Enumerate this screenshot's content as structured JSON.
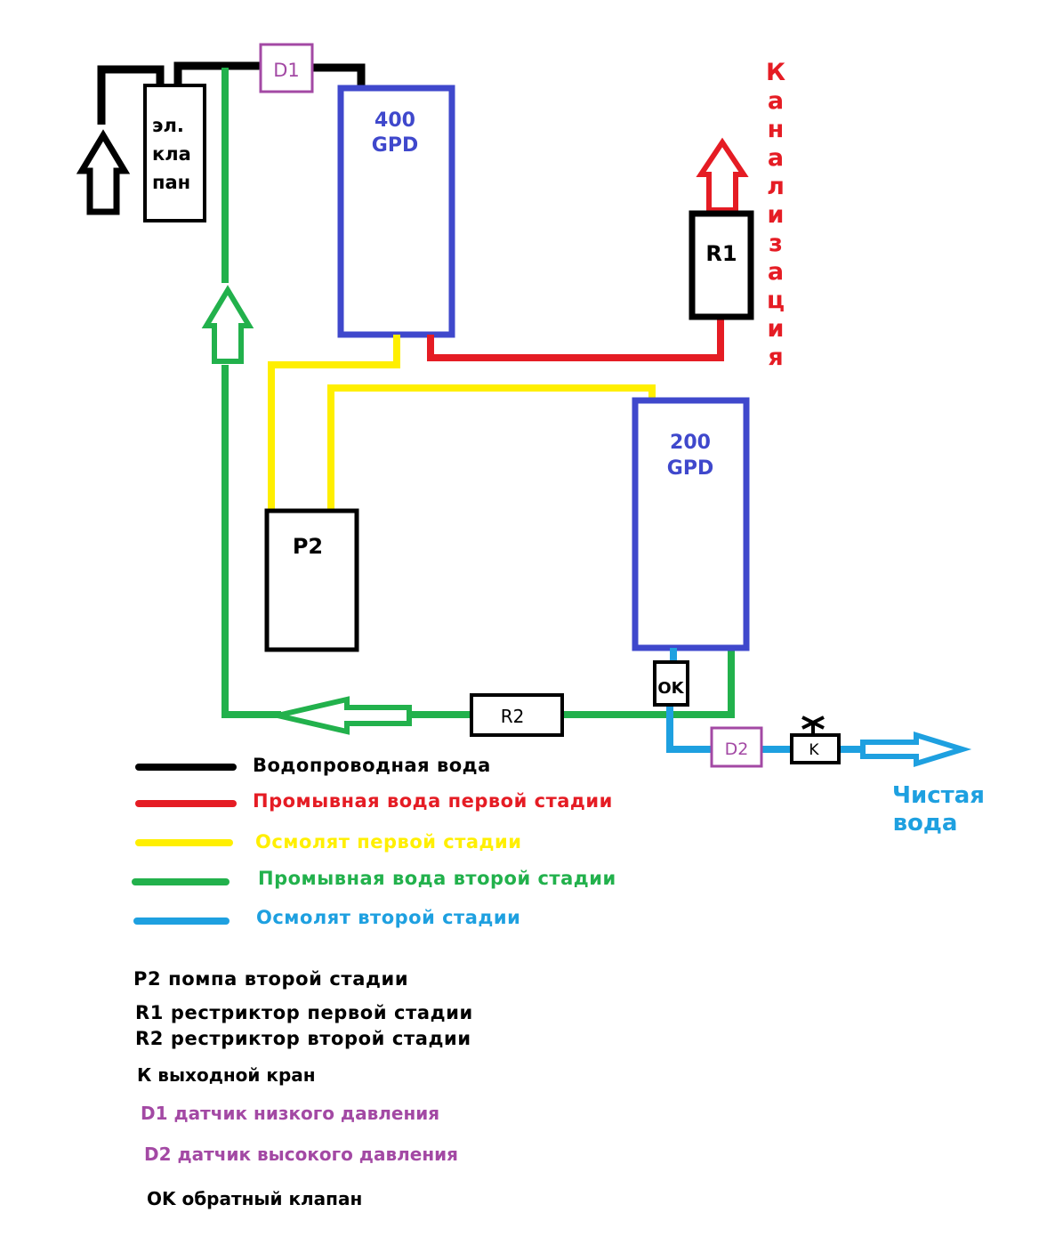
{
  "colors": {
    "tap": "#000000",
    "flush1": "#e51c24",
    "permeate1": "#ffef00",
    "flush2": "#22b14c",
    "permeate2": "#1ea0e0",
    "membrane": "#3f48cc",
    "sensor": "#a349a4"
  },
  "nodes": {
    "valve": [
      "эл.",
      "кла",
      "пан"
    ],
    "d1": "D1",
    "membrane1": [
      "400",
      "GPD"
    ],
    "r1": "R1",
    "drain": [
      "К",
      "а",
      "н",
      "а",
      "л",
      "и",
      "з",
      "а",
      "ц",
      "и",
      "я"
    ],
    "p2": "P2",
    "membrane2": [
      "200",
      "GPD"
    ],
    "ok": "OK",
    "r2": "R2",
    "d2": "D2",
    "k": "K",
    "clean_water": [
      "Чистая",
      "вода"
    ]
  },
  "legend": [
    {
      "label": "Водопроводная вода",
      "color_key": "tap"
    },
    {
      "label": "Промывная вода первой стадии",
      "color_key": "flush1"
    },
    {
      "label": "Осмолят первой стадии",
      "color_key": "permeate1"
    },
    {
      "label": "Промывная вода второй стадии",
      "color_key": "flush2"
    },
    {
      "label": "Осмолят второй стадии",
      "color_key": "permeate2"
    }
  ],
  "notes": [
    "P2 помпа второй стадии",
    "R1 рестриктор первой стадии",
    "R2 рестриктор второй стадии",
    "К выходной кран",
    "D1 датчик низкого давления",
    "D2 датчик высокого давления",
    "OK обратный клапан"
  ]
}
